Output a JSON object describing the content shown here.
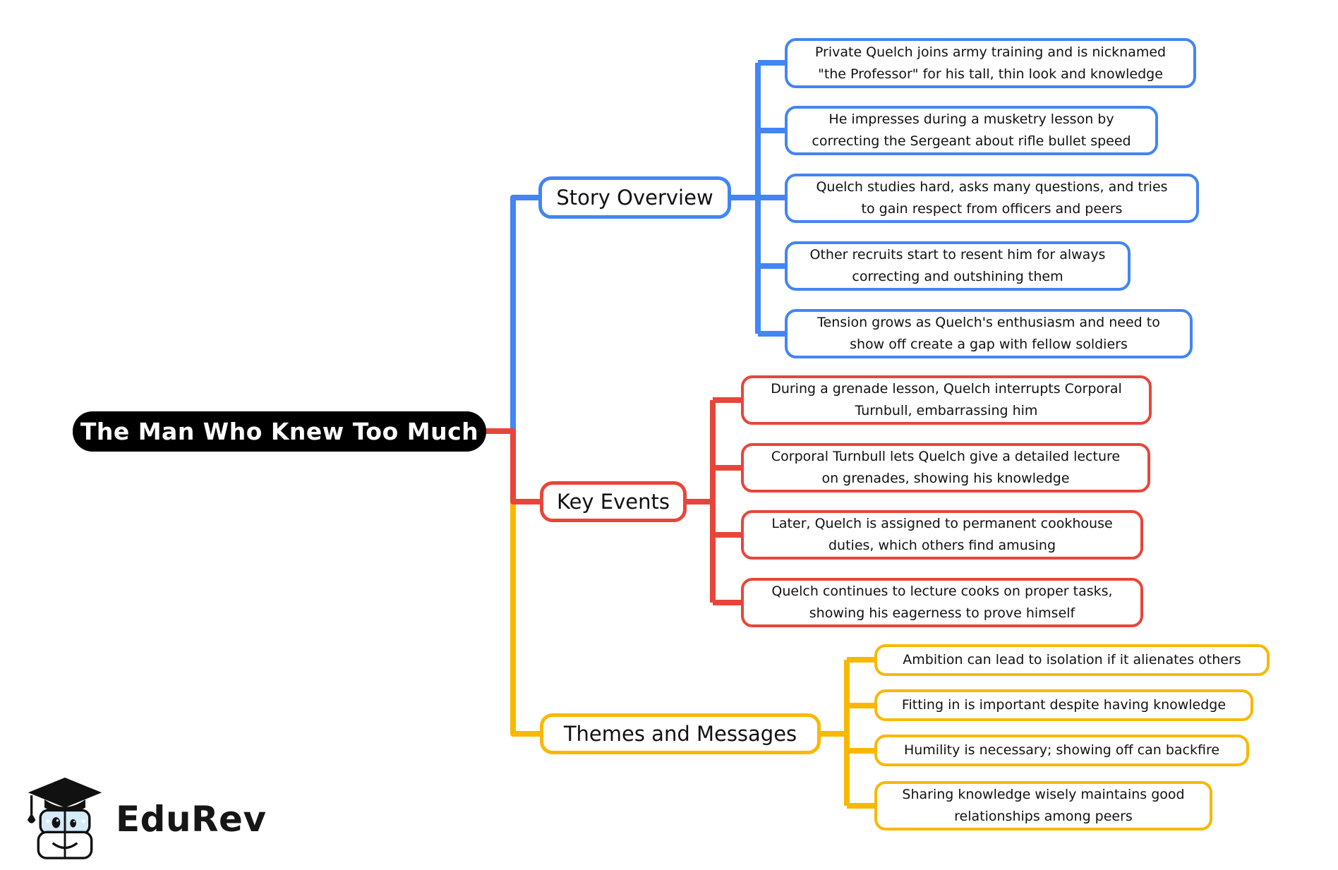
{
  "root": {
    "label": "The Man Who Knew Too Much"
  },
  "colors": {
    "story": "#4285F4",
    "events": "#E8453A",
    "themes": "#F9B800",
    "root_bg": "#000000",
    "root_text": "#ffffff"
  },
  "branches": [
    {
      "label": "Story Overview",
      "color": "#4285F4",
      "leaves": [
        {
          "lines": [
            "Private Quelch joins army training and is nicknamed",
            "\"the Professor\" for his tall, thin look and knowledge"
          ]
        },
        {
          "lines": [
            "He impresses during a musketry lesson by",
            "correcting the Sergeant about rifle bullet speed"
          ]
        },
        {
          "lines": [
            "Quelch studies hard, asks many questions, and tries",
            "to gain respect from officers and peers"
          ]
        },
        {
          "lines": [
            "Other recruits start to resent him for always",
            "correcting and outshining them"
          ]
        },
        {
          "lines": [
            "Tension grows as Quelch's enthusiasm and need to",
            "show off create a gap with fellow soldiers"
          ]
        }
      ]
    },
    {
      "label": "Key Events",
      "color": "#E8453A",
      "leaves": [
        {
          "lines": [
            "During a grenade lesson, Quelch interrupts Corporal",
            "Turnbull, embarrassing him"
          ]
        },
        {
          "lines": [
            "Corporal Turnbull lets Quelch give a detailed lecture",
            "on grenades, showing his knowledge"
          ]
        },
        {
          "lines": [
            "Later, Quelch is assigned to permanent cookhouse",
            "duties, which others find amusing"
          ]
        },
        {
          "lines": [
            "Quelch continues to lecture cooks on proper tasks,",
            "showing his eagerness to prove himself"
          ]
        }
      ]
    },
    {
      "label": "Themes and Messages",
      "color": "#F9B800",
      "leaves": [
        {
          "lines": [
            "Ambition can lead to isolation if it alienates others"
          ]
        },
        {
          "lines": [
            "Fitting in is important despite having knowledge"
          ]
        },
        {
          "lines": [
            "Humility is necessary; showing off can backfire"
          ]
        },
        {
          "lines": [
            "Sharing knowledge wisely maintains good",
            "relationships among peers"
          ]
        }
      ]
    }
  ],
  "logo": {
    "text": "EduRev"
  }
}
